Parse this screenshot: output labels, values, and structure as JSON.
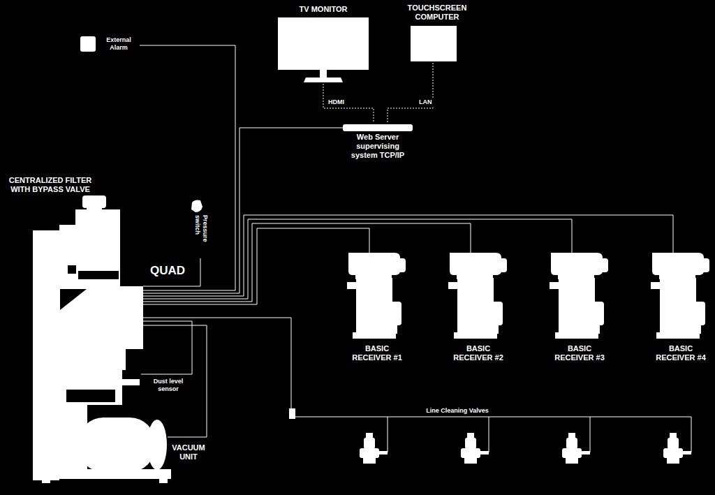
{
  "diagram": {
    "nodes": [
      {
        "text": [
          "External Alarm"
        ]
      },
      {
        "text": [
          "TV MONITOR"
        ]
      },
      {
        "text": [
          "TOUCHSCREEN COMPUTER"
        ]
      },
      {
        "text": [
          "Web Server supervising system TCP/IP"
        ]
      },
      {
        "text": [
          "Pressure switch"
        ]
      },
      {
        "text": [
          "CENTRALIZED FILTER WITH BYPASS VALVE",
          "QUAD",
          "Dust level sensor",
          "VACUUM UNIT"
        ]
      },
      {
        "text": [
          "BASIC RECEIVER #1"
        ]
      },
      {
        "text": [
          "BASIC RECEIVER #2"
        ]
      },
      {
        "text": [
          "BASIC RECEIVER #3"
        ]
      },
      {
        "text": [
          "BASIC RECEIVER #4"
        ]
      }
    ],
    "edges": [
      {
        "from": 1,
        "to": 3,
        "label": "HDMI",
        "arrow": "none"
      },
      {
        "from": 2,
        "to": 3,
        "label": "LAN",
        "arrow": "none"
      },
      {
        "from": 5,
        "to": 3,
        "arrow": "none"
      },
      {
        "from": 5,
        "to": 0,
        "arrow": "none"
      },
      {
        "from": 5,
        "to": 4,
        "arrow": "none"
      },
      {
        "from": 5,
        "to": 6,
        "arrow": "none"
      },
      {
        "from": 5,
        "to": 7,
        "arrow": "none"
      },
      {
        "from": 5,
        "to": 8,
        "arrow": "none"
      },
      {
        "from": 5,
        "to": 9,
        "arrow": "none"
      }
    ],
    "labels": [
      "Line Cleaning Valves"
    ]
  }
}
